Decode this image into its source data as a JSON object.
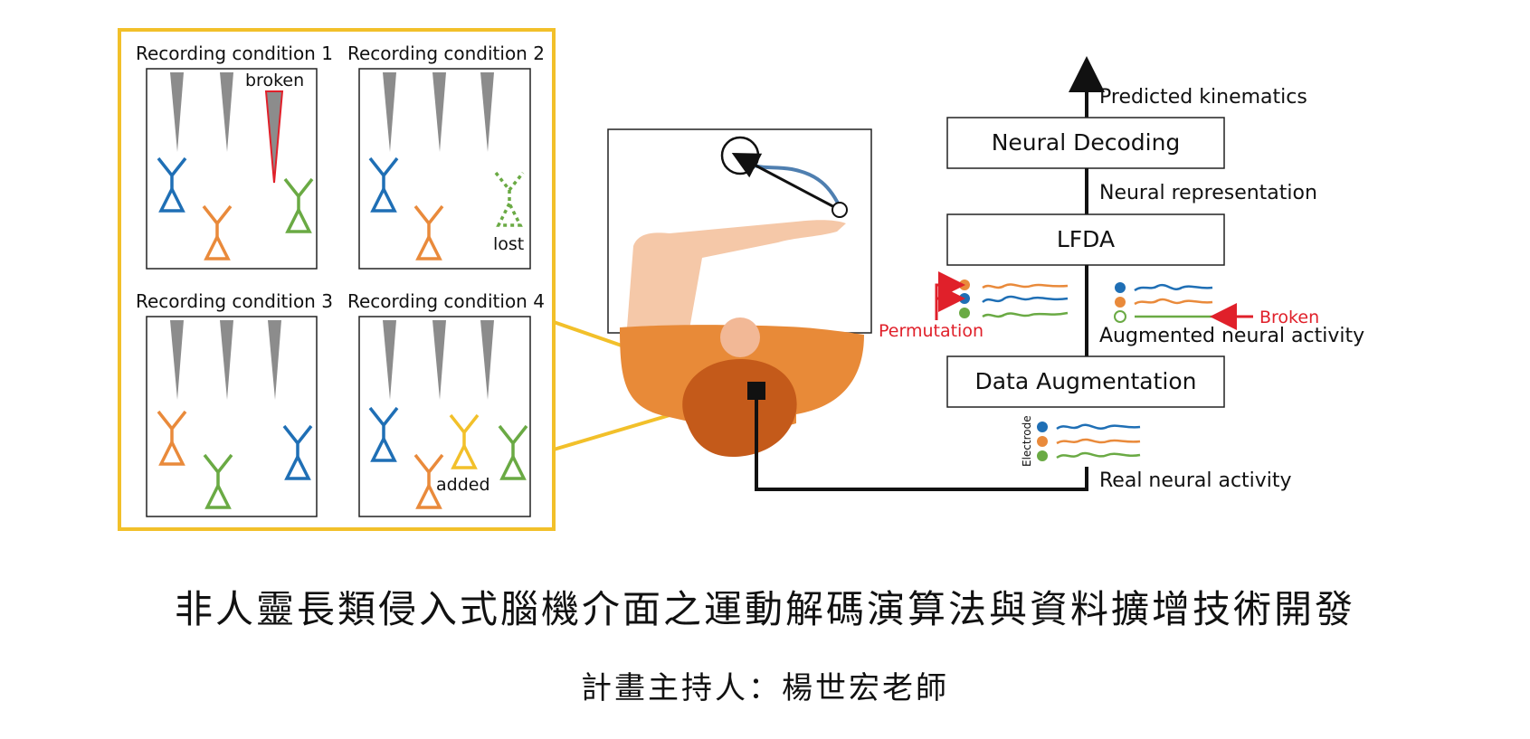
{
  "colors": {
    "frame": "#f2c02a",
    "blue": "#1f6fb5",
    "orange": "#e98a3b",
    "green": "#6aaa44",
    "yellow": "#f2c02a",
    "red": "#e0202a",
    "probe": "#8c8c8c",
    "skin": "#f5c8a8",
    "body": "#e88a38",
    "head": "#c45a1a",
    "trace": "#4f7fb0"
  },
  "conditions": [
    {
      "title": "Recording condition 1",
      "annotation": "broken"
    },
    {
      "title": "Recording condition 2",
      "annotation": "lost"
    },
    {
      "title": "Recording condition 3",
      "annotation": ""
    },
    {
      "title": "Recording condition 4",
      "annotation": "added"
    }
  ],
  "pipeline": {
    "output_label": "Predicted kinematics",
    "boxes": [
      "Neural Decoding",
      "LFDA",
      "Data Augmentation"
    ],
    "representation_label": "Neural representation",
    "augmented_label": "Augmented neural activity",
    "real_label": "Real neural activity",
    "permutation_label": "Permutation",
    "broken_label": "Broken",
    "electrode_label": "Electrode"
  },
  "caption": {
    "title": "非人靈長類侵入式腦機介面之運動解碼演算法與資料擴增技術開發",
    "pi": "計畫主持人：楊世宏老師"
  }
}
